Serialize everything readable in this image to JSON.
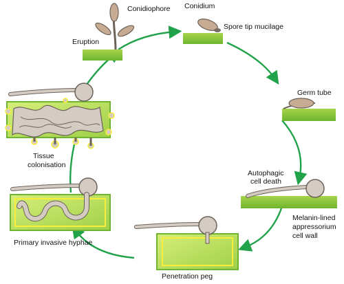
{
  "labels": {
    "conidiophore": "Conidiophore",
    "conidium": "Conidium",
    "spore_tip_mucilage": "Spore tip mucilage",
    "eruption": "Eruption",
    "germ_tube": "Germ tube",
    "tissue_colonisation_1": "Tissue",
    "tissue_colonisation_2": "colonisation",
    "autophagic_1": "Autophagic",
    "autophagic_2": "cell death",
    "melanin_1": "Melanin-lined",
    "melanin_2": "appressorium",
    "melanin_3": "cell wall",
    "primary_invasive_hyphae": "Primary invasive hyphae",
    "penetration_peg": "Penetration peg"
  },
  "colors": {
    "cycle_arrow": "#22a24a",
    "leaf_green": "#8cc63f",
    "leaf_light": "#bfe070",
    "cell_wall": "#f7ee3a",
    "fungus_fill": "#d4ccc3",
    "fungus_stroke": "#6b6258",
    "conidium_fill": "#c7ab92",
    "spore_tip": "#7a6e62"
  }
}
